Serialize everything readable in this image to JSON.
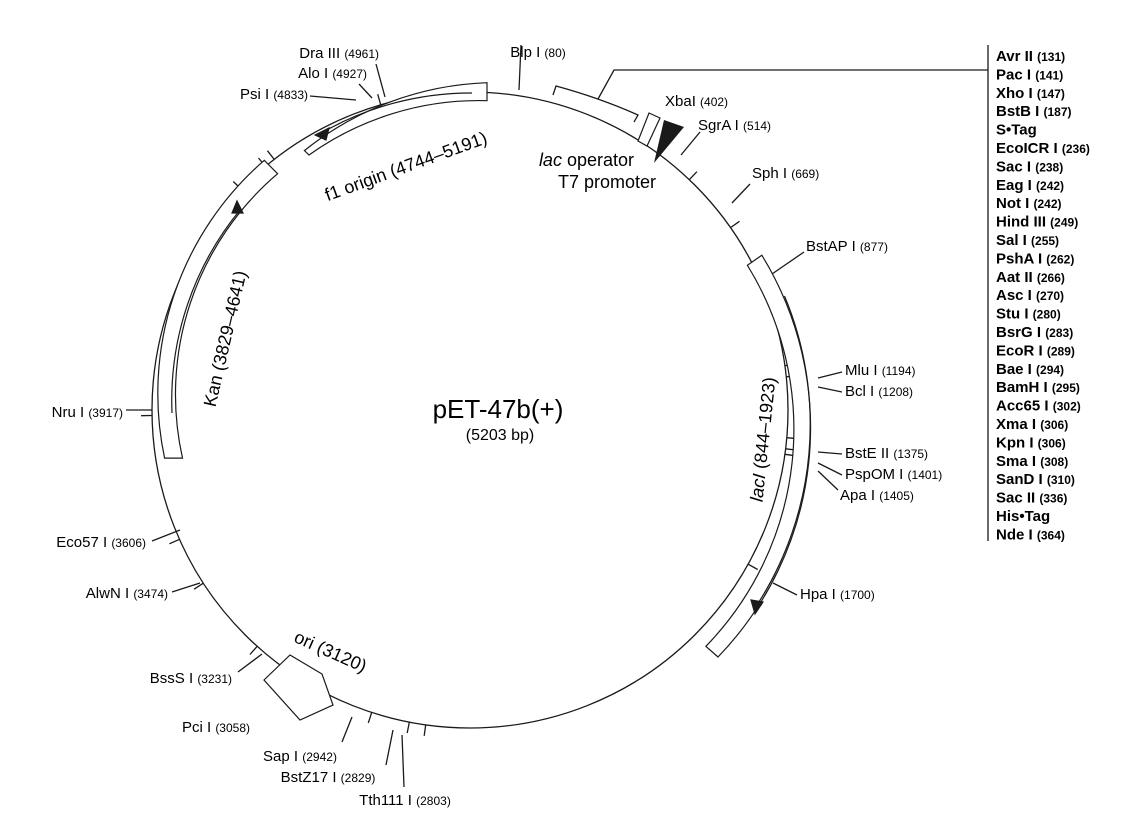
{
  "plasmid": {
    "name": "pET-47b(+)",
    "size_label": "(5203 bp)",
    "length": 5203
  },
  "sites": [
    {
      "name": "Blp I",
      "pos": "(80)"
    },
    {
      "name": "XbaI",
      "pos": "(402)"
    },
    {
      "name": "SgrA I",
      "pos": "(514)"
    },
    {
      "name": "Sph I",
      "pos": "(669)"
    },
    {
      "name": "BstAP I",
      "pos": "(877)"
    },
    {
      "name": "Mlu I",
      "pos": "(1194)"
    },
    {
      "name": "Bcl I",
      "pos": "(1208)"
    },
    {
      "name": "BstE II",
      "pos": "(1375)"
    },
    {
      "name": "PspOM I",
      "pos": "(1401)"
    },
    {
      "name": "Apa I",
      "pos": "(1405)"
    },
    {
      "name": "Hpa I",
      "pos": "(1700)"
    },
    {
      "name": "Tth111 I",
      "pos": "(2803)"
    },
    {
      "name": "BstZ17 I",
      "pos": "(2829)"
    },
    {
      "name": "Sap I",
      "pos": "(2942)"
    },
    {
      "name": "Pci I",
      "pos": "(3058)"
    },
    {
      "name": "BssS I",
      "pos": "(3231)"
    },
    {
      "name": "AlwN I",
      "pos": "(3474)"
    },
    {
      "name": "Eco57 I",
      "pos": "(3606)"
    },
    {
      "name": "Nru I",
      "pos": "(3917)"
    },
    {
      "name": "Psi I",
      "pos": "(4833)"
    },
    {
      "name": "Alo I",
      "pos": "(4927)"
    },
    {
      "name": "Dra III",
      "pos": "(4961)"
    }
  ],
  "features": {
    "f1_origin": "f1 origin (4744–5191)",
    "kan": "Kan (3829–4641)",
    "lacI_name": "lacI",
    "lacI_range": " (844–1923)",
    "lac_operator_italic": "lac",
    "lac_operator_rest": " operator",
    "t7_promoter": "T7 promoter",
    "ori": "ori (3120)"
  },
  "mcs": [
    {
      "name": "Avr II",
      "pos": "(131)"
    },
    {
      "name": "Pac I",
      "pos": "(141)"
    },
    {
      "name": "Xho I",
      "pos": "(147)"
    },
    {
      "name": "BstB I",
      "pos": "(187)"
    },
    {
      "name": "S•Tag",
      "pos": ""
    },
    {
      "name": "EcoICR I",
      "pos": "(236)"
    },
    {
      "name": "Sac I",
      "pos": "(238)"
    },
    {
      "name": "Eag I",
      "pos": "(242)"
    },
    {
      "name": "Not I",
      "pos": "(242)"
    },
    {
      "name": "Hind III",
      "pos": "(249)"
    },
    {
      "name": "Sal I",
      "pos": "(255)"
    },
    {
      "name": "PshA I",
      "pos": "(262)"
    },
    {
      "name": "Aat II",
      "pos": "(266)"
    },
    {
      "name": "Asc I",
      "pos": "(270)"
    },
    {
      "name": "Stu I",
      "pos": "(280)"
    },
    {
      "name": "BsrG I",
      "pos": "(283)"
    },
    {
      "name": "EcoR I",
      "pos": "(289)"
    },
    {
      "name": "Bae I",
      "pos": "(294)"
    },
    {
      "name": "BamH I",
      "pos": "(295)"
    },
    {
      "name": "Acc65 I",
      "pos": "(302)"
    },
    {
      "name": "Xma I",
      "pos": "(306)"
    },
    {
      "name": "Kpn I",
      "pos": "(306)"
    },
    {
      "name": "Sma I",
      "pos": "(308)"
    },
    {
      "name": "SanD I",
      "pos": "(310)"
    },
    {
      "name": "Sac II",
      "pos": "(336)"
    },
    {
      "name": "His•Tag",
      "pos": ""
    },
    {
      "name": "Nde I",
      "pos": "(364)"
    }
  ]
}
